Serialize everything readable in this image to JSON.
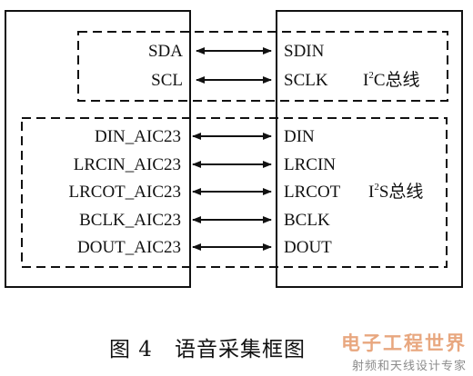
{
  "i2c_bus": {
    "left_signals": [
      "SDA",
      "SCL"
    ],
    "right_signals": [
      "SDIN",
      "SCLK"
    ],
    "bus_label": {
      "prefix": "I",
      "superscript": "2",
      "suffix": "C总线"
    }
  },
  "i2s_bus": {
    "left_signals": [
      "DIN_AIC23",
      "LRCIN_AIC23",
      "LRCOT_AIC23",
      "BCLK_AIC23",
      "DOUT_AIC23"
    ],
    "right_signals": [
      "DIN",
      "LRCIN",
      "LRCOT",
      "BCLK",
      "DOUT"
    ],
    "bus_label": {
      "prefix": "I",
      "superscript": "2",
      "suffix": "S总线"
    }
  },
  "caption": "图 4　语音采集框图",
  "watermark": {
    "top": "电子工程世界",
    "bottom": "射频和天线设计专家"
  },
  "colors": {
    "line": "#111111",
    "watermark_top": "#e8a77f",
    "watermark_bottom": "#8c8c8c"
  }
}
